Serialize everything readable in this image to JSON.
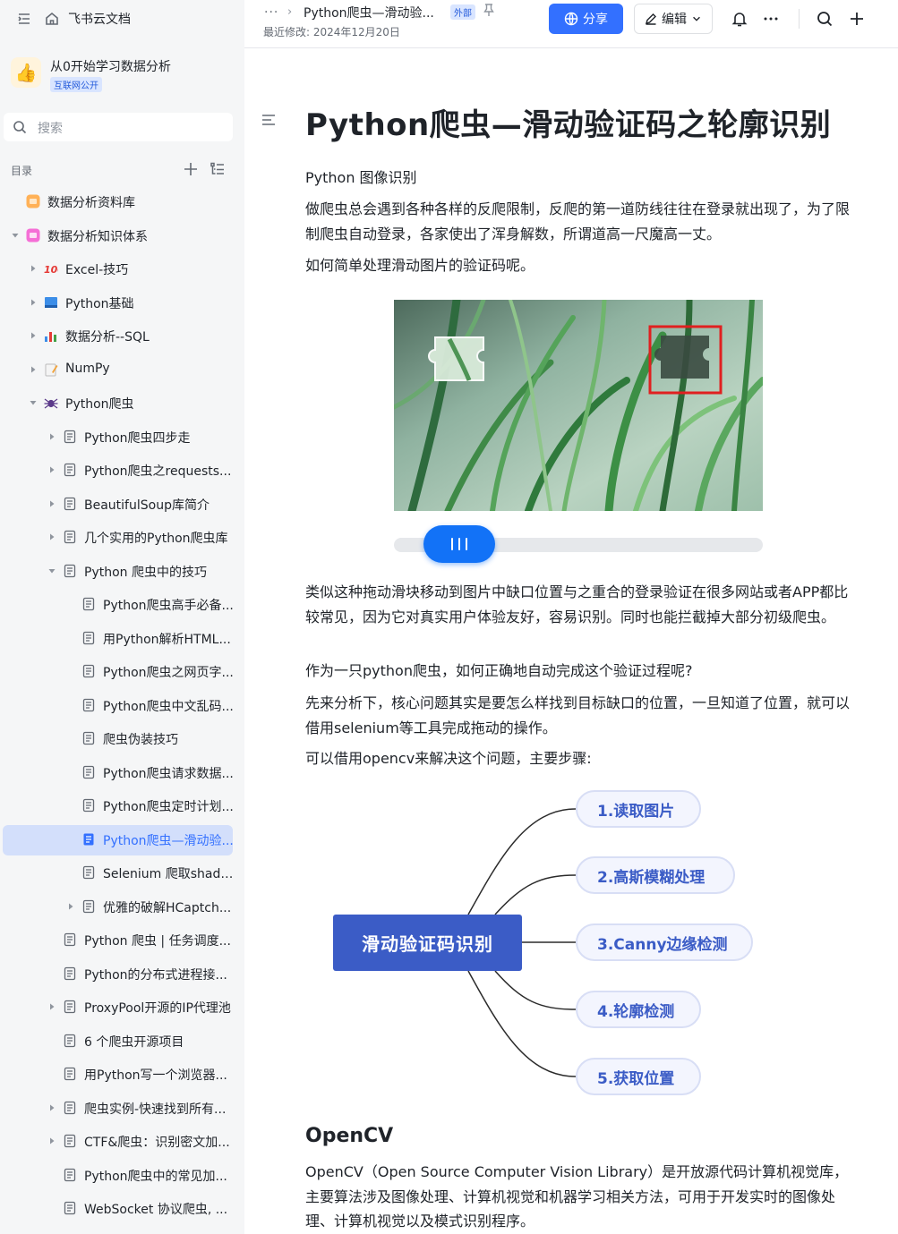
{
  "sidebar": {
    "crumb": "飞书云文档",
    "space_name": "从0开始学习数据分析",
    "space_badge": "互联网公开",
    "search_placeholder": "搜索",
    "toc_label": "目录",
    "items": [
      {
        "label": "数据分析资料库",
        "depth": 0,
        "arrow": "none",
        "icon": "folder-orange-icon",
        "active": false
      },
      {
        "label": "数据分析知识体系",
        "depth": 0,
        "arrow": "expanded",
        "icon": "folder-pink-icon",
        "active": false
      },
      {
        "label": "Excel-技巧",
        "depth": 1,
        "arrow": "collapsed",
        "icon": "hundred-emoji-icon",
        "active": false
      },
      {
        "label": "Python基础",
        "depth": 1,
        "arrow": "collapsed",
        "icon": "book-icon",
        "active": false
      },
      {
        "label": "数据分析--SQL",
        "depth": 1,
        "arrow": "collapsed",
        "icon": "bar-chart-icon",
        "active": false
      },
      {
        "label": "NumPy",
        "depth": 1,
        "arrow": "collapsed",
        "icon": "memo-icon",
        "active": false
      },
      {
        "label": "Python爬虫",
        "depth": 1,
        "arrow": "expanded",
        "icon": "spider-icon",
        "active": false
      },
      {
        "label": "Python爬虫四步走",
        "depth": 2,
        "arrow": "collapsed",
        "icon": "doc-icon",
        "active": false
      },
      {
        "label": "Python爬虫之requests...",
        "depth": 2,
        "arrow": "collapsed",
        "icon": "doc-icon",
        "active": false
      },
      {
        "label": "BeautifulSoup库简介",
        "depth": 2,
        "arrow": "collapsed",
        "icon": "doc-icon",
        "active": false
      },
      {
        "label": "几个实用的Python爬虫库",
        "depth": 2,
        "arrow": "collapsed",
        "icon": "doc-icon",
        "active": false
      },
      {
        "label": "Python 爬虫中的技巧",
        "depth": 2,
        "arrow": "expanded",
        "icon": "doc-icon",
        "active": false
      },
      {
        "label": "Python爬虫高手必备...",
        "depth": 3,
        "arrow": "none",
        "icon": "doc-icon",
        "active": false
      },
      {
        "label": "用Python解析HTML...",
        "depth": 3,
        "arrow": "none",
        "icon": "doc-icon",
        "active": false
      },
      {
        "label": "Python爬虫之网页字...",
        "depth": 3,
        "arrow": "none",
        "icon": "doc-icon",
        "active": false
      },
      {
        "label": "Python爬虫中文乱码...",
        "depth": 3,
        "arrow": "none",
        "icon": "doc-icon",
        "active": false
      },
      {
        "label": "爬虫伪装技巧",
        "depth": 3,
        "arrow": "none",
        "icon": "doc-icon",
        "active": false
      },
      {
        "label": "Python爬虫请求数据...",
        "depth": 3,
        "arrow": "none",
        "icon": "doc-icon",
        "active": false
      },
      {
        "label": "Python爬虫定时计划...",
        "depth": 3,
        "arrow": "none",
        "icon": "doc-icon",
        "active": false
      },
      {
        "label": "Python爬虫—滑动验...",
        "depth": 3,
        "arrow": "none",
        "icon": "doc-icon",
        "active": true
      },
      {
        "label": "Selenium 爬取shado...",
        "depth": 3,
        "arrow": "none",
        "icon": "doc-icon",
        "active": false
      },
      {
        "label": "优雅的破解HCaptch...",
        "depth": 3,
        "arrow": "collapsed",
        "icon": "doc-icon",
        "active": false
      },
      {
        "label": "Python 爬虫 | 任务调度...",
        "depth": 2,
        "arrow": "none",
        "icon": "doc-icon",
        "active": false
      },
      {
        "label": "Python的分布式进程接...",
        "depth": 2,
        "arrow": "none",
        "icon": "doc-icon",
        "active": false
      },
      {
        "label": "ProxyPool开源的IP代理池",
        "depth": 2,
        "arrow": "collapsed",
        "icon": "doc-icon",
        "active": false
      },
      {
        "label": "6 个爬虫开源项目",
        "depth": 2,
        "arrow": "none",
        "icon": "doc-icon",
        "active": false
      },
      {
        "label": "用Python写一个浏览器...",
        "depth": 2,
        "arrow": "none",
        "icon": "doc-icon",
        "active": false
      },
      {
        "label": "爬虫实例-快速找到所有...",
        "depth": 2,
        "arrow": "collapsed",
        "icon": "doc-icon",
        "active": false
      },
      {
        "label": "CTF&爬虫：识别密文加...",
        "depth": 2,
        "arrow": "collapsed",
        "icon": "doc-icon",
        "active": false
      },
      {
        "label": "Python爬虫中的常见加...",
        "depth": 2,
        "arrow": "none",
        "icon": "doc-icon",
        "active": false
      },
      {
        "label": "WebSocket 协议爬虫, ...",
        "depth": 2,
        "arrow": "none",
        "icon": "doc-icon",
        "active": false
      }
    ]
  },
  "header": {
    "more": "···",
    "breadcrumb_title": "Python爬虫—滑动验...",
    "tag": "外部",
    "last_modified": "最近修改: 2024年12月20日",
    "share_label": "分享",
    "edit_label": "编辑"
  },
  "doc": {
    "title": "Python爬虫—滑动验证码之轮廓识别",
    "intro_heading": "Python 图像识别",
    "p1": "做爬虫总会遇到各种各样的反爬限制，反爬的第一道防线往往在登录就出现了，为了限制爬虫自动登录，各家使出了浑身解数，所谓道高一尺魔高一丈。",
    "p2": "如何简单处理滑动图片的验证码呢。",
    "p3": "类似这种拖动滑块移动到图片中缺口位置与之重合的登录验证在很多网站或者APP都比较常见，因为它对真实用户体验友好，容易识别。同时也能拦截掉大部分初级爬虫。",
    "p4": "作为一只python爬虫，如何正确地自动完成这个验证过程呢?",
    "p5": "先来分析下，核心问题其实是要怎么样找到目标缺口的位置，一旦知道了位置，就可以借用selenium等工具完成拖动的操作。",
    "p6": "可以借用opencv来解决这个问题，主要步骤:",
    "mindmap": {
      "root": "滑动验证码识别",
      "steps": [
        "1.读取图片",
        "2.高斯模糊处理",
        "3.Canny边缘检测",
        "4.轮廓检测",
        "5.获取位置"
      ]
    },
    "h2_opencv": "OpenCV",
    "p7": "OpenCV（Open Source Computer Vision Library）是开放源代码计算机视觉库，主要算法涉及图像处理、计算机视觉和机器学习相关方法，可用于开发实时的图像处理、计算机视觉以及模式识别程序。"
  },
  "colors": {
    "accent": "#3370ff",
    "mindmap_root": "#3b5cc6",
    "slider": "#1272f7",
    "highlight_box": "#e02020"
  }
}
